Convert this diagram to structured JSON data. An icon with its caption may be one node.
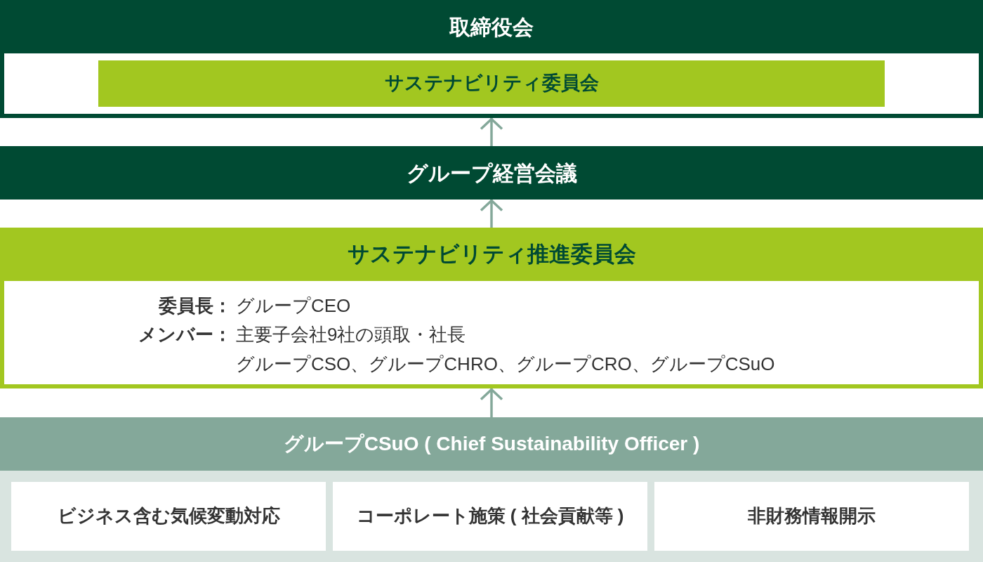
{
  "diagram": {
    "nodes": [
      {
        "text": [
          "取締役会"
        ]
      },
      {
        "text": [
          "サステナビリティ委員会"
        ],
        "in": 0
      },
      {
        "text": [
          "グループ経営会議"
        ]
      },
      {
        "text": [
          "サステナビリティ推進委員会",
          "委員長：",
          "グループCEO",
          "メンバー：",
          "主要子会社9社の頭取・社長",
          "グループCSO、グループCHRO、グループCRO、グループCSuO"
        ]
      },
      {
        "text": [
          "グループCSuO ( Chief Sustainability Officer )"
        ]
      },
      {
        "text": [
          "ビジネス含む気候変動対応"
        ],
        "in": 4
      },
      {
        "text": [
          "コーポレート施策 ( 社会貢献等 )"
        ],
        "in": 4
      },
      {
        "text": [
          "非財務情報開示"
        ],
        "in": 4
      }
    ],
    "edges": [
      {
        "from": 2,
        "to": 0,
        "arrow": "to"
      },
      {
        "from": 3,
        "to": 2,
        "arrow": "to"
      },
      {
        "from": 4,
        "to": 3,
        "arrow": "to"
      }
    ]
  }
}
